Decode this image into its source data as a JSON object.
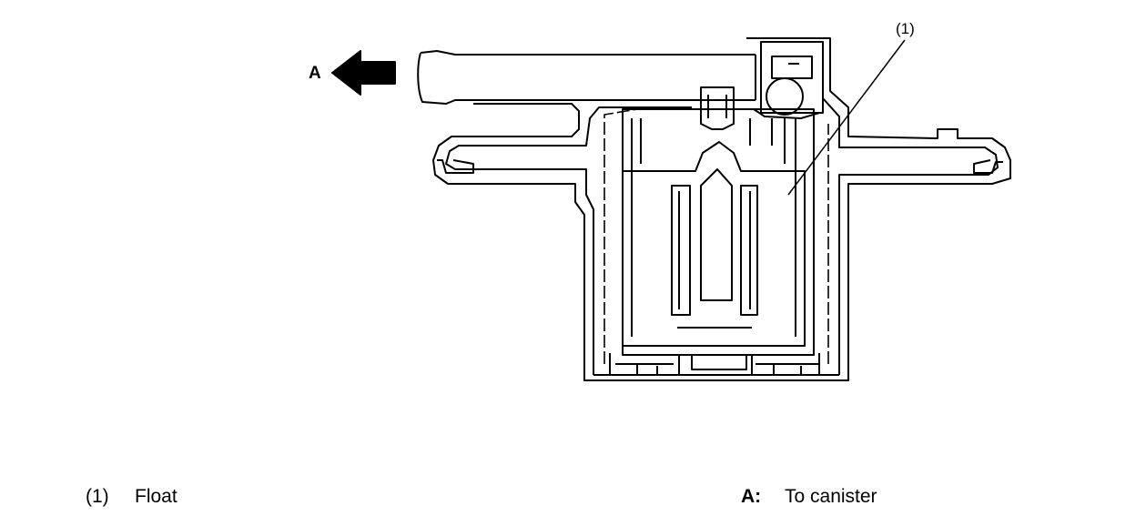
{
  "callouts": {
    "arrow_label": "A",
    "float_label": "(1)"
  },
  "legend": {
    "left": {
      "key": "(1)",
      "text": "Float"
    },
    "right": {
      "key": "A:",
      "text": "To canister"
    }
  }
}
